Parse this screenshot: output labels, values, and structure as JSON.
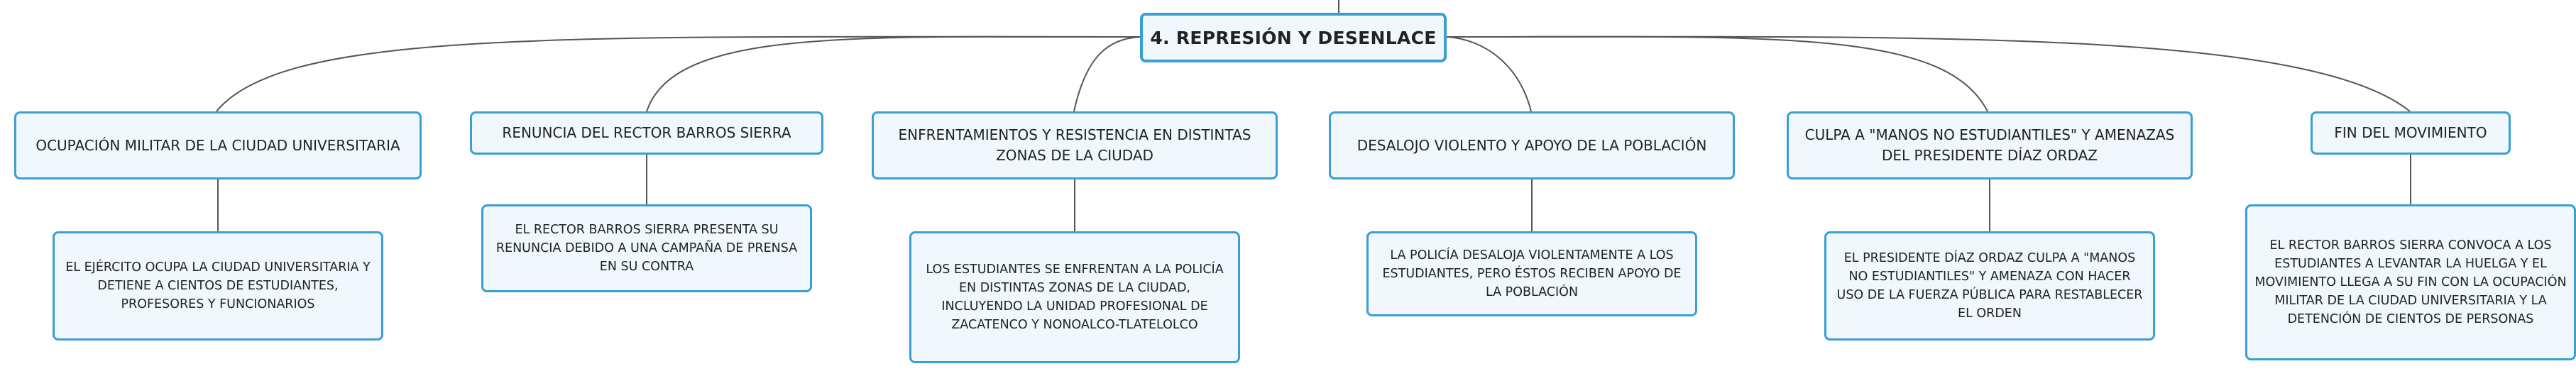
{
  "root": {
    "label": "4. REPRESIÓN Y DESENLACE"
  },
  "branches": [
    {
      "label": "OCUPACIÓN MILITAR DE LA CIUDAD UNIVERSITARIA",
      "detail": "EL EJÉRCITO OCUPA LA CIUDAD UNIVERSITARIA Y DETIENE A CIENTOS DE ESTUDIANTES, PROFESORES Y FUNCIONARIOS"
    },
    {
      "label": "RENUNCIA DEL RECTOR BARROS SIERRA",
      "detail": "EL RECTOR BARROS SIERRA PRESENTA SU RENUNCIA DEBIDO A UNA CAMPAÑA DE PRENSA EN SU CONTRA"
    },
    {
      "label": "ENFRENTAMIENTOS Y RESISTENCIA EN DISTINTAS ZONAS DE LA CIUDAD",
      "detail": "LOS ESTUDIANTES SE ENFRENTAN A LA POLICÍA EN DISTINTAS ZONAS DE LA CIUDAD, INCLUYENDO LA UNIDAD PROFESIONAL DE ZACATENCO Y NONOALCO-TLATELOLCO"
    },
    {
      "label": "DESALOJO VIOLENTO Y APOYO DE LA POBLACIÓN",
      "detail": "LA POLICÍA DESALOJA VIOLENTAMENTE A LOS ESTUDIANTES, PERO ÉSTOS RECIBEN APOYO DE LA POBLACIÓN"
    },
    {
      "label": "CULPA A \"MANOS NO ESTUDIANTILES\" Y AMENAZAS DEL PRESIDENTE DÍAZ ORDAZ",
      "detail": "EL PRESIDENTE DÍAZ ORDAZ CULPA A \"MANOS NO ESTUDIANTILES\" Y AMENAZA CON HACER USO DE LA FUERZA PÚBLICA PARA RESTABLECER EL ORDEN"
    },
    {
      "label": "FIN DEL MOVIMIENTO",
      "detail": "EL RECTOR BARROS SIERRA CONVOCA A LOS ESTUDIANTES A LEVANTAR LA HUELGA Y EL MOVIMIENTO LLEGA A SU FIN CON LA OCUPACIÓN MILITAR DE LA CIUDAD UNIVERSITARIA Y LA DETENCIÓN DE CIENTOS DE PERSONAS"
    }
  ]
}
